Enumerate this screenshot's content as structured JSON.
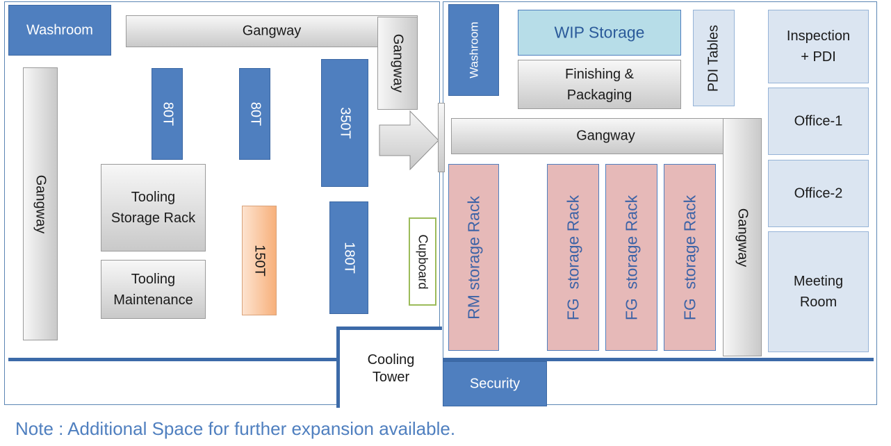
{
  "left_section": {
    "washroom": "Washroom",
    "gangway_top": "Gangway",
    "gangway_left": "Gangway",
    "gangway_right": "Gangway",
    "press_80t_a": "80T",
    "press_80t_b": "80T",
    "press_350t": "350T",
    "press_150t": "150T",
    "press_180t": "180T",
    "tooling_storage": "Tooling\nStorage Rack",
    "tooling_maintenance": "Tooling\nMaintenance",
    "cupboard": "Cupboard"
  },
  "middle": {
    "cooling_tower": "Cooling\nTower",
    "security": "Security"
  },
  "right_section": {
    "washroom": "Washroom",
    "wip_storage": "WIP Storage",
    "finishing_packaging": "Finishing &\nPackaging",
    "pdi_tables": "PDI Tables",
    "gangway_horizontal": "Gangway",
    "gangway_vertical": "Gangway",
    "rm_rack": "RM storage Rack",
    "fg_rack_1": "FG  storage Rack",
    "fg_rack_2": "FG  storage Rack",
    "fg_rack_3": "FG  storage Rack"
  },
  "offices": {
    "inspection": "Inspection\n+ PDI",
    "office1": "Office-1",
    "office2": "Office-2",
    "meeting": "Meeting\nRoom"
  },
  "note": "Note : Additional Space for further expansion available.",
  "colors": {
    "blue_block": "#4f7fbf",
    "pink_rack": "#e6b9b8",
    "light_blue_room": "#dbe5f1",
    "wip_cyan": "#b7dde8",
    "press_orange": "#f7b07b",
    "cupboard_green": "#9bbb59"
  }
}
